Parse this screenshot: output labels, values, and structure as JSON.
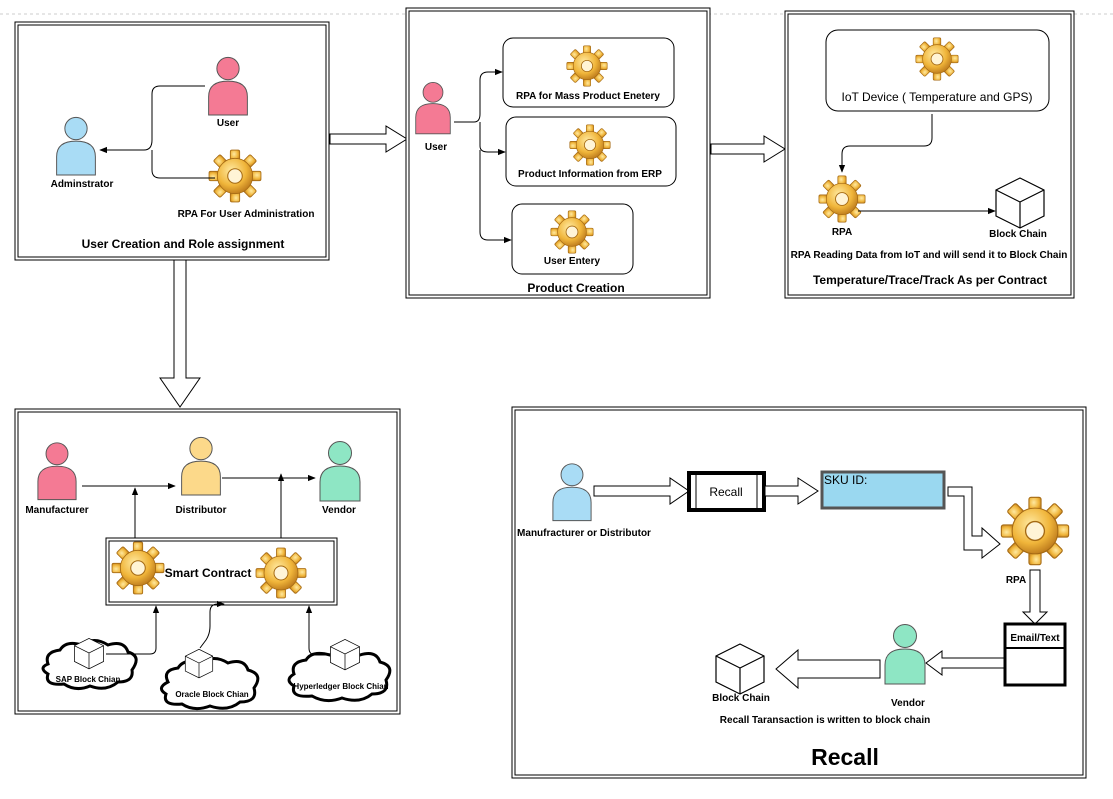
{
  "colors": {
    "user_pink": "#f47a94",
    "admin_blue": "#a9dcf5",
    "distributor_yellow": "#fcd98a",
    "vendor_green": "#8ee6c4",
    "sku_fill": "#9ad8f0",
    "gear_gold": "#e6a52a"
  },
  "sections": {
    "user_creation": {
      "title": "User Creation and Role assignment",
      "admin": "Adminstrator",
      "user": "User",
      "rpa": "RPA For User Administration"
    },
    "product_creation": {
      "title": "Product Creation",
      "user": "User",
      "rpa_mass": "RPA for Mass Product Enetery",
      "erp": "Product Information from ERP",
      "user_entry": "User Entery"
    },
    "tracking": {
      "title": "Temperature/Trace/Track As per Contract",
      "iot": "IoT Device ( Temperature and  GPS)",
      "rpa": "RPA",
      "blockchain": "Block Chain",
      "rpa_note": "RPA Reading  Data from IoT and will send it to Block Chain"
    },
    "smart_contract": {
      "manufacturer": "Manufacturer",
      "distributor": "Distributor",
      "vendor": "Vendor",
      "contract": "Smart Contract",
      "sap": "SAP Block Chian",
      "oracle": "Oracle Block Chian",
      "hyperledger": "Hyperledger Block Chian"
    },
    "recall": {
      "title": "Recall",
      "actor": "Manufracturer or Distributor",
      "recall_box": "Recall",
      "sku": "SKU ID:",
      "rpa": "RPA",
      "email": "Email/Text",
      "vendor": "Vendor",
      "blockchain": "Block Chain",
      "note": "Recall Taransaction is written to block chain"
    }
  }
}
